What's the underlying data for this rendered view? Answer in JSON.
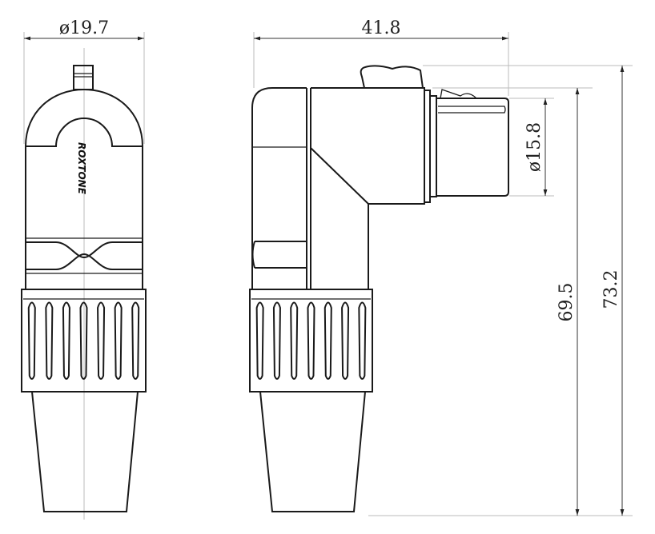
{
  "drawing": {
    "brand_logo": "ROXTONE",
    "dimensions": {
      "front_diameter": "ø19.7",
      "side_length": "41.8",
      "insert_diameter": "ø15.8",
      "height_body": "69.5",
      "height_total": "73.2"
    },
    "views": [
      "front-view",
      "side-view"
    ]
  }
}
